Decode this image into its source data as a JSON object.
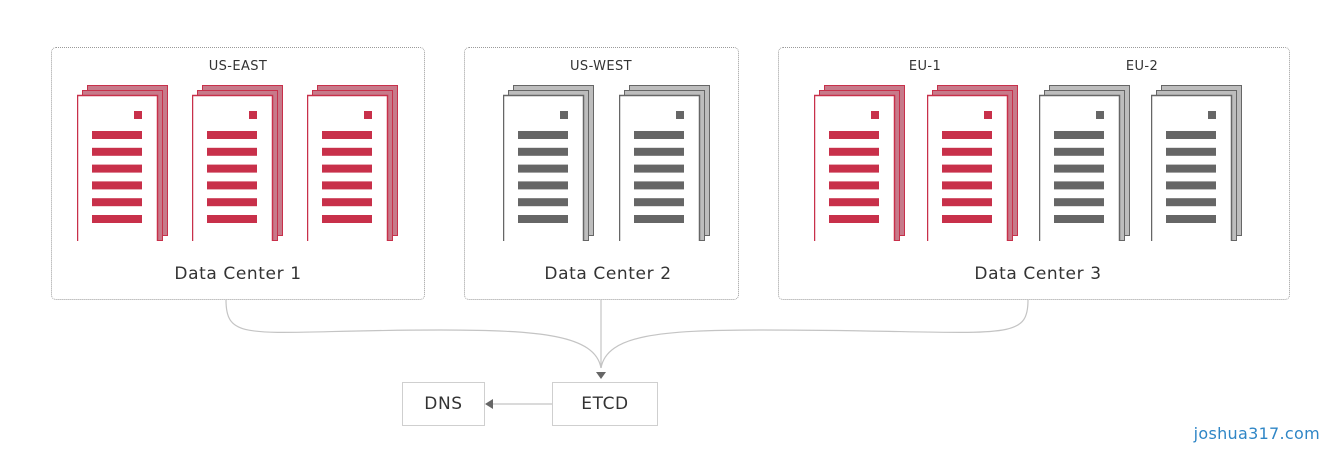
{
  "colors": {
    "active_server": "#c8304a",
    "active_server_back": "#c77a8a",
    "inactive_server": "#666666",
    "inactive_server_back": "#bdbdbd"
  },
  "data_centers": [
    {
      "label": "Data Center 1",
      "regions": [
        {
          "label": "US-EAST",
          "servers": [
            "active",
            "active",
            "active"
          ]
        }
      ]
    },
    {
      "label": "Data Center 2",
      "regions": [
        {
          "label": "US-WEST",
          "servers": [
            "inactive",
            "inactive"
          ]
        }
      ]
    },
    {
      "label": "Data Center 3",
      "regions": [
        {
          "label": "EU-1",
          "servers": [
            "active",
            "active"
          ]
        },
        {
          "label": "EU-2",
          "servers": [
            "inactive",
            "inactive"
          ]
        }
      ]
    }
  ],
  "nodes": {
    "etcd": "ETCD",
    "dns": "DNS"
  },
  "watermark": "joshua317.com"
}
